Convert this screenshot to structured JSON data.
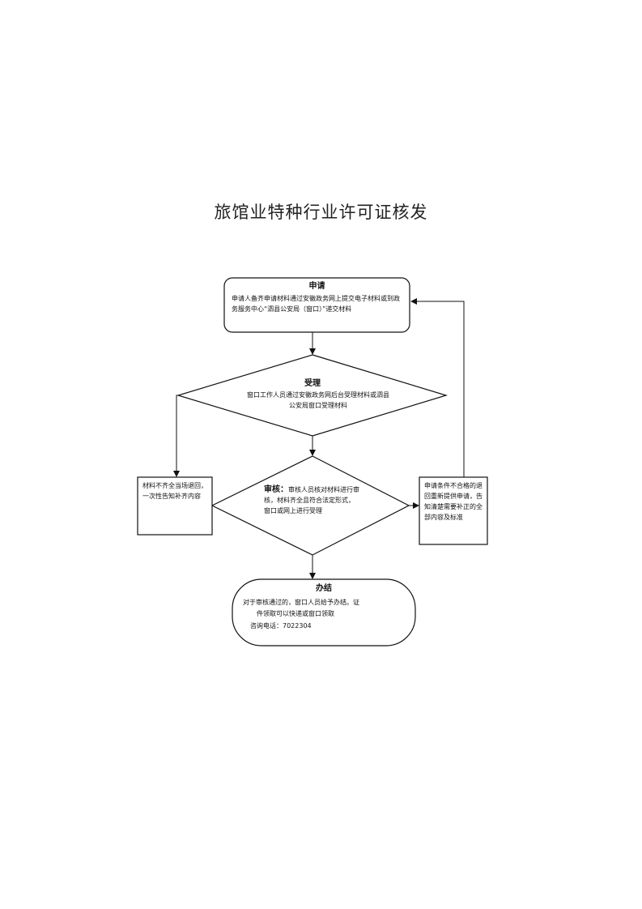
{
  "title": "旅馆业特种行业许可证核发",
  "nodes": {
    "apply": {
      "title": "申请",
      "body": "申请人备齐申请材料通过安徽政务网上提交电子材料或到政务服务中心“泗县公安局（窗口）”递交材料"
    },
    "accept": {
      "title": "受理",
      "body": "窗口工作人员通过安徽政务网后台受理材料或泗县公安局窗口受理材料"
    },
    "review": {
      "title": "审核：",
      "body": "审核人员核对材料进行审核，材料齐全且符合法定形式，窗口或网上进行受理"
    },
    "incomplete": {
      "body": "材料不齐全当场退回，一次性告知补齐内容"
    },
    "rejected": {
      "body": "申请条件不合格的退回重新提供申请，告知清楚需要补正的全部内容及标准"
    },
    "done": {
      "title": "办结",
      "line1": "对于审核通过的，窗口人员给予办结。证",
      "line2": "件领取可以快递或窗口领取",
      "phone": "咨询电话：7022304"
    }
  }
}
